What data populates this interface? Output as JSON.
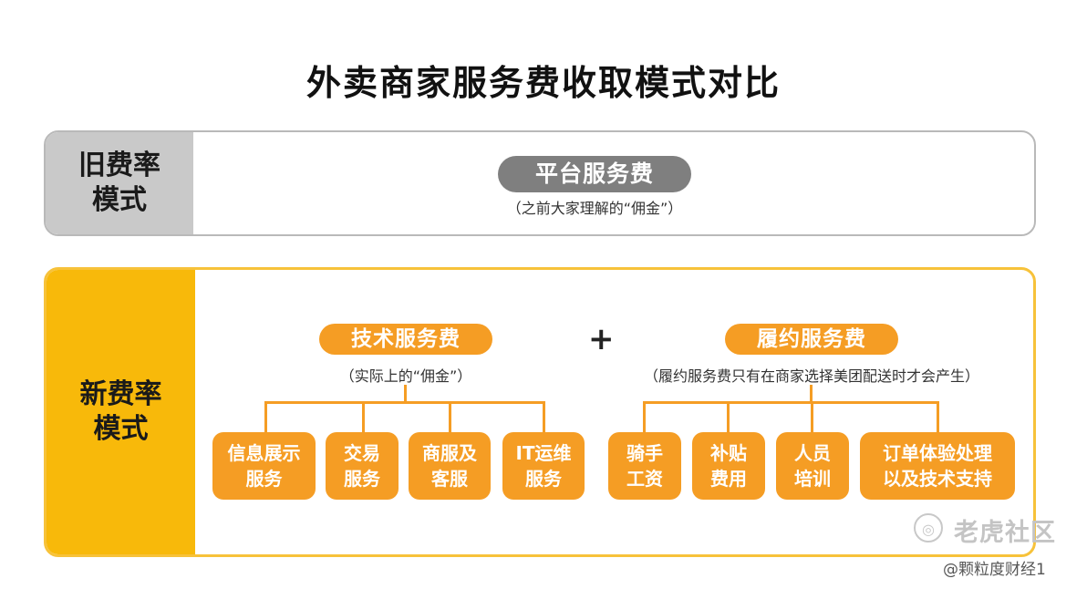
{
  "title": "外卖商家服务费收取模式对比",
  "old_model": {
    "label_line1": "旧费率",
    "label_line2": "模式",
    "fee": "平台服务费",
    "note": "（之前大家理解的“佣金”）"
  },
  "new_model": {
    "label_line1": "新费率",
    "label_line2": "模式",
    "plus": "+",
    "tech_fee": {
      "label": "技术服务费",
      "note": "（实际上的“佣金”）",
      "items": [
        {
          "line1": "信息展示",
          "line2": "服务"
        },
        {
          "line1": "交易",
          "line2": "服务"
        },
        {
          "line1": "商服及",
          "line2": "客服"
        },
        {
          "line1": "IT运维",
          "line2": "服务"
        }
      ]
    },
    "delivery_fee": {
      "label": "履约服务费",
      "note": "（履约服务费只有在商家选择美团配送时才会产生）",
      "items": [
        {
          "line1": "骑手",
          "line2": "工资"
        },
        {
          "line1": "补贴",
          "line2": "费用"
        },
        {
          "line1": "人员",
          "line2": "培训"
        },
        {
          "line1": "订单体验处理",
          "line2": "以及技术支持"
        }
      ]
    }
  },
  "watermark": {
    "logo_glyph": "◎",
    "name": "老虎社区",
    "source": "@颗粒度财经1"
  },
  "colors": {
    "orange": "#f59d24",
    "yellow": "#f8b90a",
    "grey": "#7f7f7f"
  }
}
